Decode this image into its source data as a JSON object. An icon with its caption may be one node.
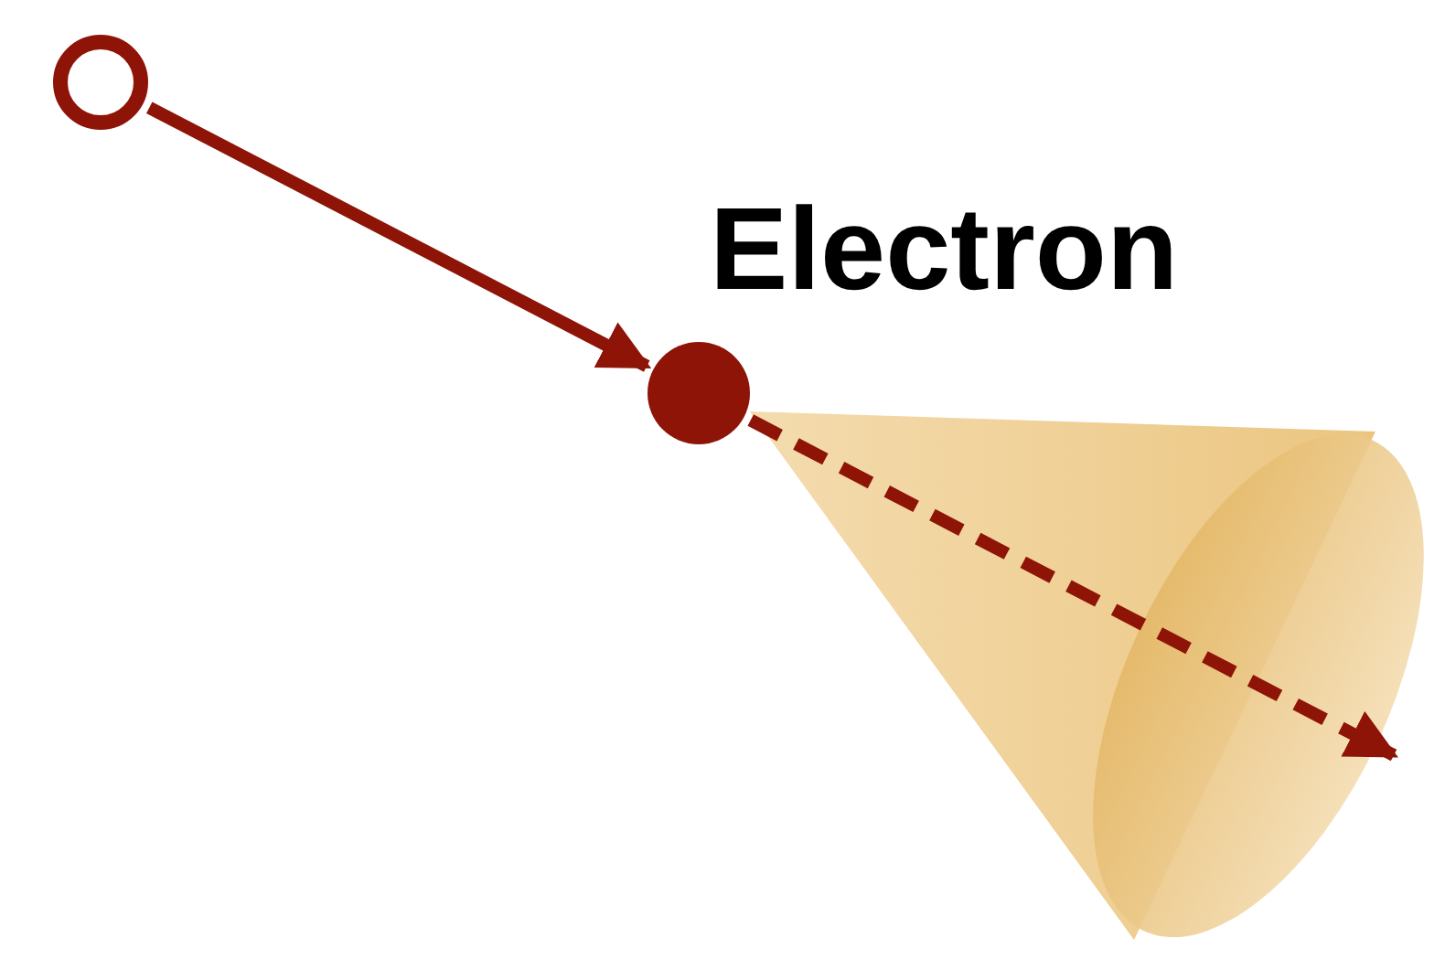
{
  "diagram": {
    "nodes": [
      {
        "text": [],
        "shape": "circle"
      },
      {
        "text": [],
        "shape": "circle",
        "beside": [
          "Electron"
        ]
      }
    ],
    "edges": [
      {
        "from": 0,
        "to": 1,
        "arrow": "to"
      },
      {
        "from": 1,
        "to": null,
        "arrow": "to",
        "style": "dashed"
      }
    ]
  }
}
